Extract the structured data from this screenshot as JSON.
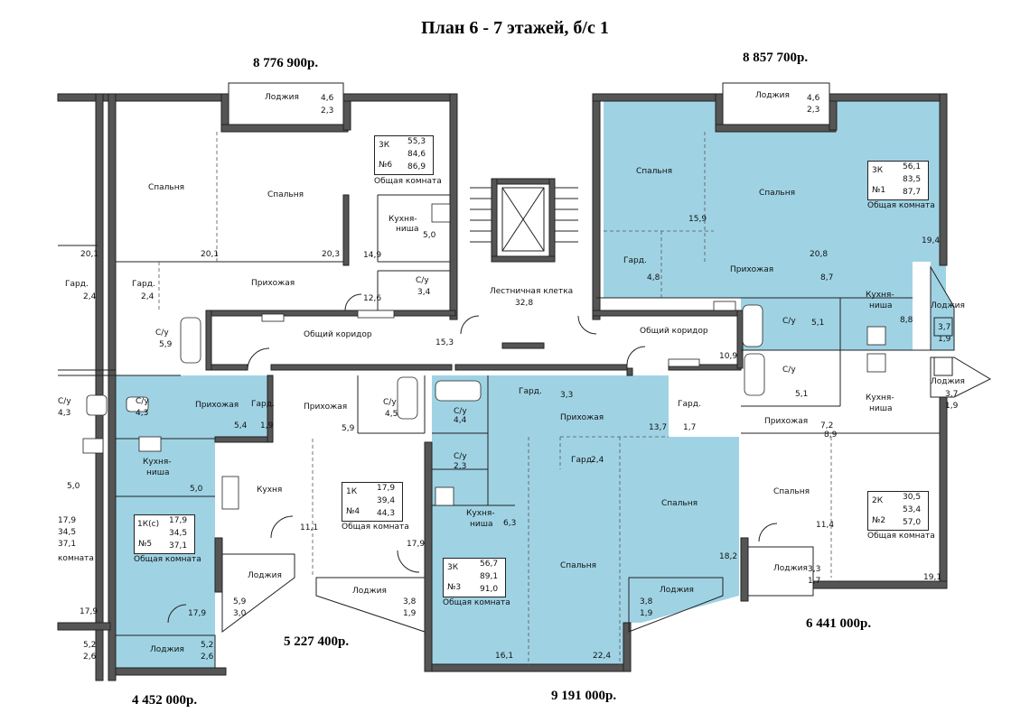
{
  "title": "План 6 - 7 этажей, б/с 1",
  "prices": {
    "p6": "8 776 900р.",
    "p1": "8 857 700р.",
    "p4": "5 227 400р.",
    "p2": "6 441 000р.",
    "p5": "4 452 000р.",
    "p3": "9 191 000р."
  },
  "apartments": {
    "a6": {
      "type": "3К",
      "no": "№6",
      "living": "55,3",
      "total": "84,6",
      "full": "86,9",
      "caption": "Общая комната"
    },
    "a1": {
      "type": "3К",
      "no": "№1",
      "living": "56,1",
      "total": "83,5",
      "full": "87,7",
      "caption": "Общая комната"
    },
    "a4": {
      "type": "1К",
      "no": "№4",
      "living": "17,9",
      "total": "39,4",
      "full": "44,3",
      "caption": "Общая комната"
    },
    "a5": {
      "type": "1К(с)",
      "no": "№5",
      "living": "17,9",
      "total": "34,5",
      "full": "37,1",
      "caption": "Общая комната"
    },
    "a3": {
      "type": "3К",
      "no": "№3",
      "living": "56,7",
      "total": "89,1",
      "full": "91,0",
      "caption": "Общая комната"
    },
    "a2": {
      "type": "2К",
      "no": "№2",
      "living": "30,5",
      "total": "53,4",
      "full": "57,0",
      "caption": "Общая комната"
    }
  },
  "labels": {
    "loggia": "Лоджия",
    "bedroom": "Спальня",
    "hall": "Прихожая",
    "wardrobe": "Гард.",
    "bath": "С/у",
    "kitchen": "Кухня",
    "kitchen_niche_1": "Кухня-",
    "kitchen_niche_2": "ниша",
    "stair": "Лестничная клетка",
    "corridor": "Общий коридор"
  },
  "areas": {
    "loggia6_a": "4,6",
    "loggia6_b": "2,3",
    "loggia1_a": "4,6",
    "loggia1_b": "2,3",
    "bed6_left": "20,1",
    "bed6_mid": "20,3",
    "room6_niche": "14,9",
    "kn6": "5,0",
    "hall6_pr": "12,6",
    "bath6": "3,4",
    "gard6_a": "2,4",
    "gard6_b": "2,4",
    "bath_left": "5,9",
    "stair_area": "32,8",
    "corr_left": "15,3",
    "corr_right": "10,9",
    "bed1_a": "15,9",
    "bed1_b": "20,8",
    "room1": "19,4",
    "gard1": "4,8",
    "hall1": "8,7",
    "bath1": "5,1",
    "kn1": "8,8",
    "kn_lodge_a": "3,7",
    "kn_lodge_b": "1,9",
    "bath2": "5,1",
    "kn2_a": "3,7",
    "kn2_b": "1,9",
    "hall2": "7,2",
    "gard2": "1,7",
    "hall2b": "8,9",
    "bed2": "11,4",
    "room2": "19,1",
    "loggia2_a": "3,3",
    "loggia2_b": "1,7",
    "hall5": "5,4",
    "gard5": "1,9",
    "kn5": "5,0",
    "room5": "17,9",
    "bath5": "4,3",
    "bath_left2": "4,3",
    "left_kn": "5,0",
    "hall4": "5,9",
    "bath4": "4,5",
    "kitchen4": "11,1",
    "room4": "17,9",
    "loggia4_a": "5,9",
    "loggia4_b": "3,0",
    "loggia4c_a": "3,8",
    "loggia4c_b": "1,9",
    "gard3": "3,3",
    "bath3": "4,4",
    "hall3": "13,7",
    "gard3b": "2,4",
    "bath3b": "2,3",
    "kn3": "6,3",
    "bed3": "18,2",
    "room3a": "16,1",
    "room3b": "22,4",
    "loggia3_a": "3,8",
    "loggia3_b": "1,9",
    "loggia5_a": "5,2",
    "loggia5_b": "2,6",
    "loggia5l_a": "5,2",
    "loggia5l_b": "2,6",
    "left_room": "17,9",
    "left_20": "20,1",
    "left_gard": "2,4",
    "left_num1": "17,9",
    "left_num2": "34,5",
    "left_num3": "37,1",
    "left_caption": "Общая комната",
    "left_cut": "комната"
  },
  "colors": {
    "highlight": "#9fd3e4",
    "wall": "#555555"
  }
}
